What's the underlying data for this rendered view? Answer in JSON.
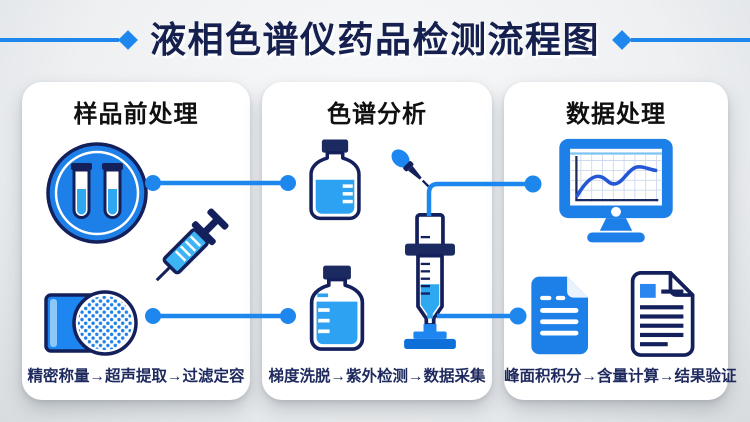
{
  "title": "液相色谱仪药品检测流程图",
  "panels": [
    {
      "title": "样品前处理",
      "steps": "精密称量→超声提取→过滤定容",
      "icons": [
        "test-tubes-badge-icon",
        "syringe-icon",
        "filter-membrane-icon"
      ]
    },
    {
      "title": "色谱分析",
      "steps": "梯度洗脱→紫外检测→数据采集",
      "icons": [
        "reagent-bottle-icon",
        "dropper-icon",
        "chromatography-column-icon",
        "reagent-bottle-full-icon"
      ]
    },
    {
      "title": "数据处理",
      "steps": "峰面积积分→含量计算→结果验证",
      "icons": [
        "monitor-chromatogram-icon",
        "report-filled-icon",
        "report-outline-icon"
      ]
    }
  ],
  "colors": {
    "accent_blue": "#1d7fe8",
    "connector_blue": "#1e87ee",
    "navy_outline": "#14205c",
    "liquid_blue": "#2fa8f2",
    "title_navy": "#15204e",
    "footer_navy": "#1e2a5e",
    "card_bg": "#ffffff"
  }
}
